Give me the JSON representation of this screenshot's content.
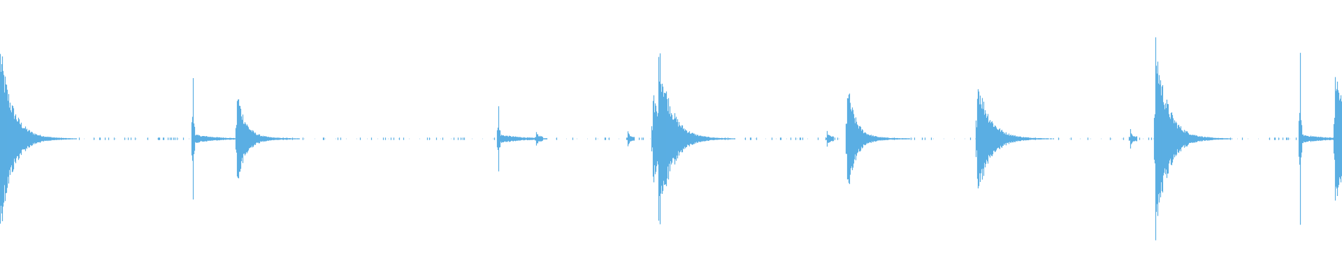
{
  "waveform": {
    "color": "#5aaee3",
    "background": "#ffffff",
    "duration_s": 1.0,
    "sample_peaks": [
      {
        "t": 0.0,
        "amplitude": 0.96,
        "decay": "long"
      },
      {
        "t": 0.144,
        "amplitude": 0.8,
        "decay": "spike"
      },
      {
        "t": 0.177,
        "amplitude": 0.5,
        "decay": "medium"
      },
      {
        "t": 0.372,
        "amplitude": 0.41,
        "decay": "spike"
      },
      {
        "t": 0.4,
        "amplitude": 0.06,
        "decay": "short"
      },
      {
        "t": 0.468,
        "amplitude": 0.06,
        "decay": "short"
      },
      {
        "t": 0.487,
        "amplitude": 0.45,
        "decay": "long"
      },
      {
        "t": 0.491,
        "amplitude": 0.96,
        "decay": "long"
      },
      {
        "t": 0.617,
        "amplitude": 0.05,
        "decay": "short"
      },
      {
        "t": 0.632,
        "amplitude": 0.57,
        "decay": "medium"
      },
      {
        "t": 0.729,
        "amplitude": 0.64,
        "decay": "long"
      },
      {
        "t": 0.843,
        "amplitude": 0.07,
        "decay": "short"
      },
      {
        "t": 0.862,
        "amplitude": 1.0,
        "decay": "long"
      },
      {
        "t": 0.97,
        "amplitude": 0.88,
        "decay": "spike"
      },
      {
        "t": 0.996,
        "amplitude": 0.72,
        "decay": "long"
      }
    ],
    "noise_floor": 0.01
  }
}
